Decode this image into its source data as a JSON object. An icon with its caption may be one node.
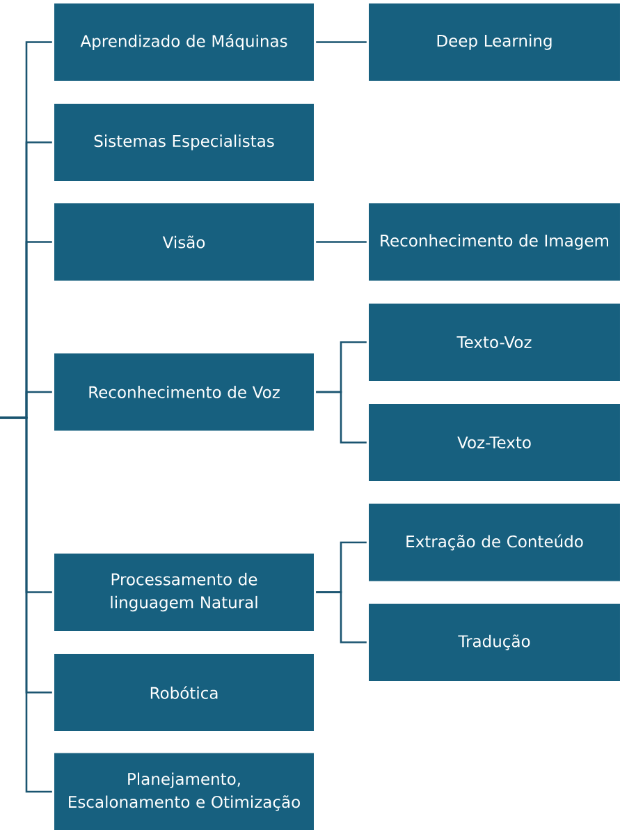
{
  "diagram": {
    "nodes": [
      {
        "text": [
          "Aprendizado de Máquinas"
        ]
      },
      {
        "text": [
          "Deep Learning"
        ]
      },
      {
        "text": [
          "Sistemas Especialistas"
        ]
      },
      {
        "text": [
          "Visão"
        ]
      },
      {
        "text": [
          "Reconhecimento de Imagem"
        ]
      },
      {
        "text": [
          "Texto-Voz"
        ]
      },
      {
        "text": [
          "Reconhecimento de Voz"
        ]
      },
      {
        "text": [
          "Voz-Texto"
        ]
      },
      {
        "text": [
          "Extração de Conteúdo"
        ]
      },
      {
        "text": [
          "Processamento de linguagem Natural"
        ]
      },
      {
        "text": [
          "Tradução"
        ]
      },
      {
        "text": [
          "Robótica"
        ]
      },
      {
        "text": [
          "Planejamento, Escalonamento e Otimização"
        ]
      }
    ],
    "edges": [
      {
        "from": null,
        "to": 0,
        "arrow": "none"
      },
      {
        "from": null,
        "to": 2,
        "arrow": "none"
      },
      {
        "from": null,
        "to": 3,
        "arrow": "none"
      },
      {
        "from": null,
        "to": 6,
        "arrow": "none"
      },
      {
        "from": null,
        "to": 9,
        "arrow": "none"
      },
      {
        "from": null,
        "to": 11,
        "arrow": "none"
      },
      {
        "from": null,
        "to": 12,
        "arrow": "none"
      },
      {
        "from": 0,
        "to": 1,
        "arrow": "none"
      },
      {
        "from": 3,
        "to": 4,
        "arrow": "none"
      },
      {
        "from": 6,
        "to": 5,
        "arrow": "none"
      },
      {
        "from": 6,
        "to": 7,
        "arrow": "none"
      },
      {
        "from": 9,
        "to": 8,
        "arrow": "none"
      },
      {
        "from": 9,
        "to": 10,
        "arrow": "none"
      }
    ]
  }
}
